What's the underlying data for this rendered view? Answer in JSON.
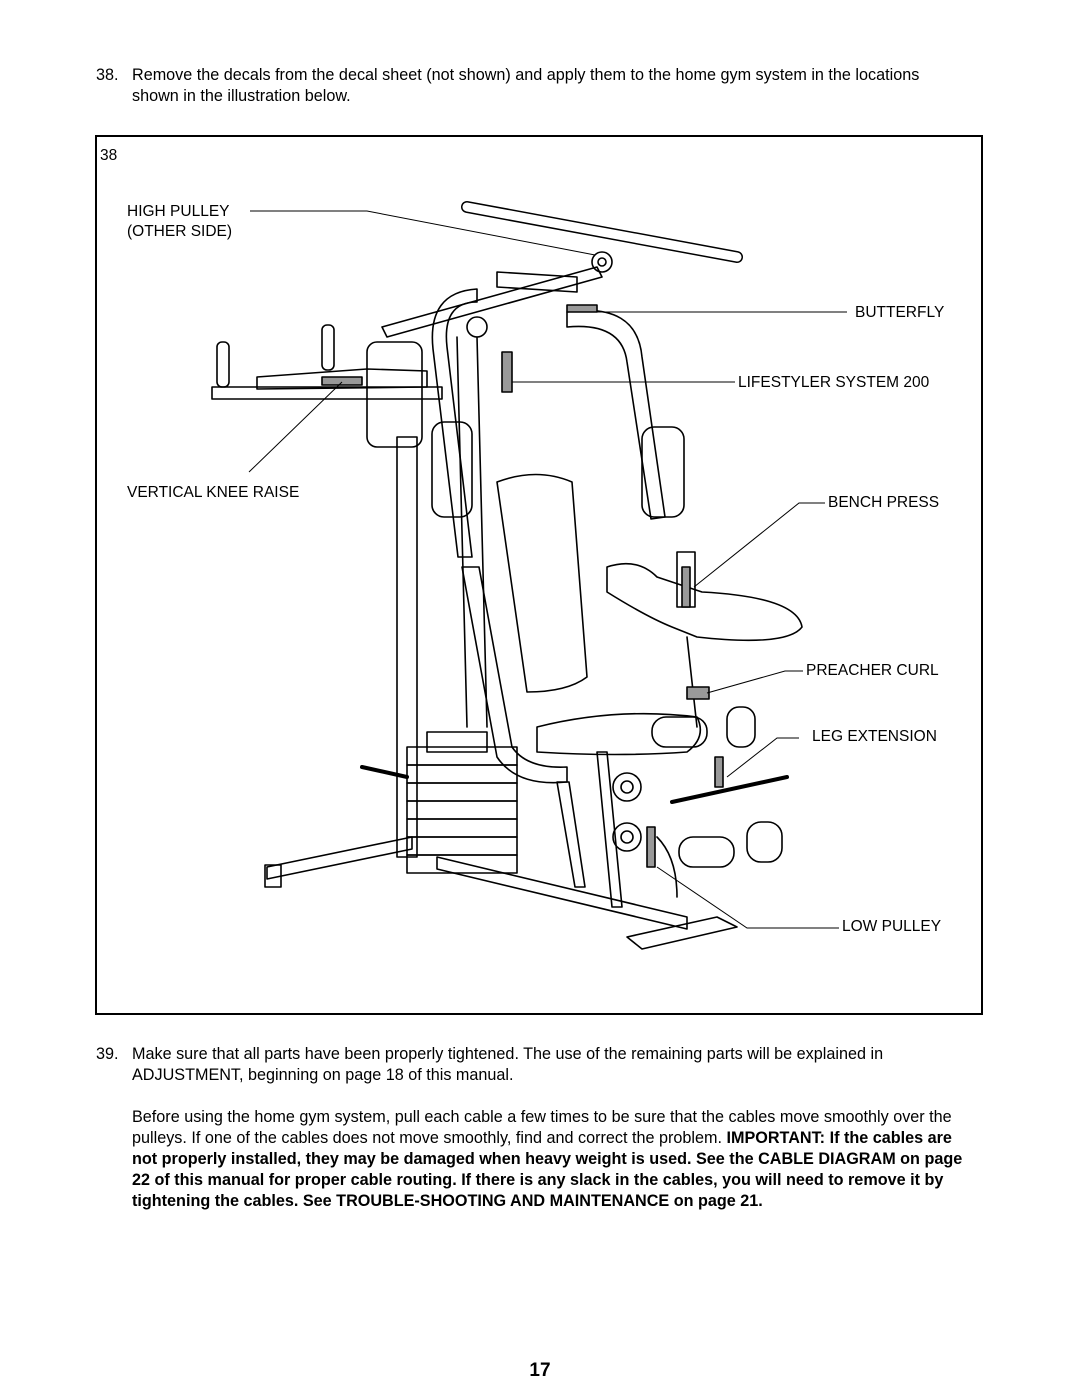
{
  "step38": {
    "number": "38.",
    "text": "Remove the decals from the decal sheet (not shown) and apply them to the home gym system in the locations shown in the illustration below."
  },
  "figure": {
    "number": "38",
    "labels": {
      "high_pulley": "HIGH PULLEY",
      "other_side": "(OTHER SIDE)",
      "vertical_knee_raise": "VERTICAL KNEE RAISE",
      "butterfly": "BUTTERFLY",
      "lifestyler": "LIFESTYLER SYSTEM 200",
      "bench_press": "BENCH PRESS",
      "preacher_curl": "PREACHER CURL",
      "leg_extension": "LEG EXTENSION",
      "low_pulley": "LOW PULLEY"
    }
  },
  "step39": {
    "number": "39.",
    "text": "Make sure that all parts have been properly tightened. The use of the remaining parts will be explained in ADJUSTMENT, beginning on page 18 of this manual."
  },
  "para2": {
    "normal": "Before using the home gym system, pull each cable a few times to be sure that the cables move smoothly over the pulleys. If one of the cables does not move smoothly, find and correct the problem. ",
    "bold": "IMPORTANT: If the cables are not properly installed, they may be damaged when heavy weight is used. See the CABLE DIAGRAM on page 22 of this manual for proper cable routing. If there is any slack in the cables, you will need to remove it by tightening the cables. See TROUBLE-SHOOTING AND MAINTENANCE on page 21."
  },
  "page_number": "17"
}
